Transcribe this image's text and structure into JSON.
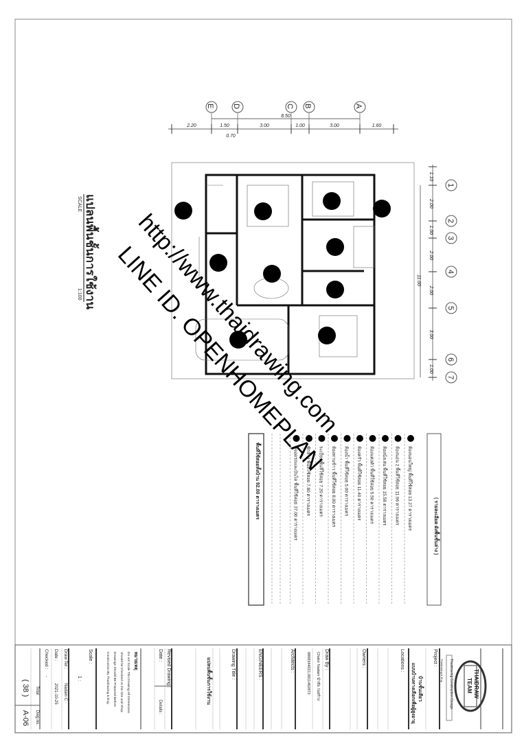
{
  "plan": {
    "title": "แปลนพื้นชั้นการใช้งาน",
    "scale_label": "SCALE",
    "scale_value": "1:100",
    "grid_columns": [
      "E",
      "D",
      "C",
      "B",
      "A"
    ],
    "grid_rows": [
      "1",
      "2",
      "3",
      "4",
      "5",
      "6",
      "7"
    ],
    "col_dims": [
      "2.20",
      "1.50",
      "3.00",
      "1.00",
      "3.00",
      "1.60"
    ],
    "col_total": "8.50",
    "col_sub": "0.70",
    "row_dims": [
      "1.10",
      "2.00",
      "1.00",
      "2.00",
      "2.00",
      "3.00",
      "1.00"
    ],
    "row_total": "11.00"
  },
  "watermark": {
    "line1": "http://www.thaidrawing.com",
    "line2": "LINE ID. OPENHOMEPLAN"
  },
  "areas": {
    "header": "( รายละเอียด ผังพื้นชั้นล่าง )",
    "items": [
      "ห้องนอนใหญ่ พื้นที่ใช้สอย 13.27 ตารางเมตร",
      "ห้องนอน 2 พื้นที่ใช้สอย 11.96 ตารางเมตร",
      "ห้องนั่งเล่น พื้นที่ใช้สอย 15.58 ตารางเมตร",
      "ห้องแต่งตัว พื้นที่ใช้สอย 5.50 ตารางเมตร",
      "ห้องครัว พื้นที่ใช้สอย 11.40 ตารางเมตร",
      "ห้องน้ำ พื้นที่ใช้สอย 5.00 ตารางเมตร",
      "ห้องทานข้าว พื้นที่ใช้สอย 8.00 ตารางเมตร",
      "ระเบียง พื้นที่ใช้สอย 7.20 ตารางเมตร",
      "ซักล้าง พื้นที่ใช้สอย 7.80 ตารางเมตร",
      "ที่จอดรถและบันได พื้นที่ใช้สอย 37.00 ตารางเมตร"
    ],
    "total": "พื้นที่ใช้สอยทั้งบ้าน 92.00 ตารางเมตร"
  },
  "titleblock": {
    "logo_top": "THAIDRAW",
    "logo_bottom": "TEAM",
    "company": "Thaidrawing Construction Design",
    "company_note": "Thaidrawing & Eng.",
    "project_label": "Project :",
    "project_name": "บ้านชั้นเดียว",
    "project_sub": "แบบบ้านทางเลือกเพื่อผู้สูงอายุ",
    "locations_label": "Locations :",
    "owners_label": "Owners :",
    "drawby_label": "Draw By :",
    "drawby_name": "Chalor Nadam นำชัย ก่อสร้าง",
    "drawby_phone": "0868344021,0811462872",
    "architects_label": "Architects :",
    "engineers_label": "ENGINEERS :",
    "drawing_title_label": "Drawing Title :",
    "drawing_title": "แปลนพื้นชั้นการใช้งาน",
    "revised_label": "Revised Drawing :",
    "date_label": "Date :",
    "details_label": "Details :",
    "warning_title": "หมายเหตุ",
    "warning_lines": [
      "Do not Scale This Drawing All Dimensions",
      "Should be Checked on the Site and Shop",
      "Drawings Should Be Prepared Before",
      "Construction By Thaidrawing & Eng."
    ],
    "scale_label": "Scale :",
    "scale_value": "1 :",
    "draw_tel_label": "Draw Tel :",
    "draw_tel_value": "Nadam C",
    "date2_label": "Date :",
    "date2_value": "2021-10-25",
    "checked_label": "Checked :",
    "checked_value": "-",
    "total_label": "Total",
    "total_value": "( 38 )",
    "dwg_label": "Dwg no.",
    "dwg_value": "A-06"
  }
}
